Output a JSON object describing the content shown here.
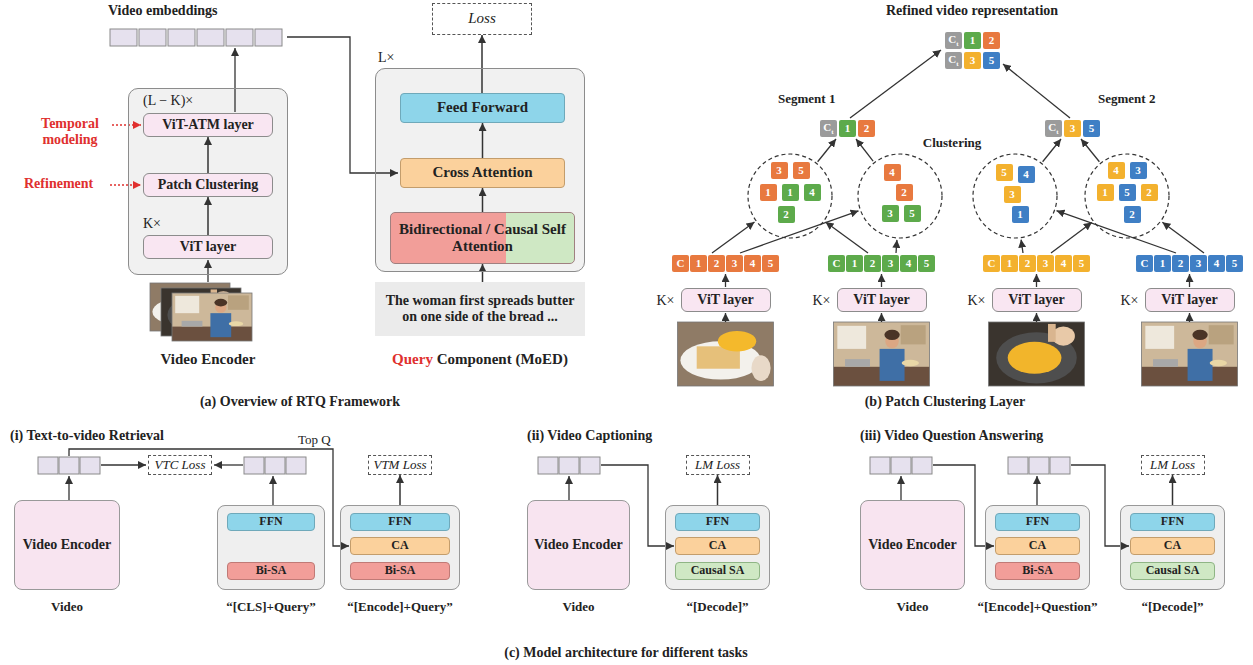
{
  "diagram": {
    "nodes": [
      {
        "text": [
          "Video Encoder"
        ]
      },
      {
        "text": [
          "ViT-ATM layer"
        ],
        "in": 0
      },
      {
        "text": [
          "Patch Clustering"
        ],
        "in": 0
      },
      {
        "text": [
          "ViT layer"
        ],
        "in": 0
      },
      {
        "text": [
          "Query Component (MoED)"
        ]
      },
      {
        "text": [
          "Feed Forward"
        ],
        "in": 4
      },
      {
        "text": [
          "Cross Attention"
        ],
        "in": 4
      },
      {
        "text": [
          "Bidirectional / Causal Self Attention"
        ],
        "in": 4
      },
      {
        "text": [
          "Loss"
        ]
      },
      {
        "text": [
          "The woman first spreads butter on one side of the bread ..."
        ]
      },
      {
        "text": [
          "Ct"
        ]
      },
      {
        "text": [
          "1"
        ]
      },
      {
        "text": [
          "2"
        ]
      },
      {
        "text": [
          "Ct"
        ]
      },
      {
        "text": [
          "3"
        ]
      },
      {
        "text": [
          "5"
        ]
      },
      {
        "text": [
          "Ct"
        ]
      },
      {
        "text": [
          "1"
        ]
      },
      {
        "text": [
          "2"
        ]
      },
      {
        "text": [
          "Ct"
        ]
      },
      {
        "text": [
          "3"
        ]
      },
      {
        "text": [
          "5"
        ]
      },
      {
        "text": [
          "3"
        ]
      },
      {
        "text": [
          "5"
        ]
      },
      {
        "text": [
          "1"
        ]
      },
      {
        "text": [
          "1"
        ]
      },
      {
        "text": [
          "4"
        ]
      },
      {
        "text": [
          "2"
        ]
      },
      {
        "text": [
          "4"
        ]
      },
      {
        "text": [
          "2"
        ]
      },
      {
        "text": [
          "3"
        ]
      },
      {
        "text": [
          "5"
        ]
      },
      {
        "text": [
          "5"
        ]
      },
      {
        "text": [
          "4"
        ]
      },
      {
        "text": [
          "3"
        ]
      },
      {
        "text": [
          "1"
        ]
      },
      {
        "text": [
          "4"
        ]
      },
      {
        "text": [
          "3"
        ]
      },
      {
        "text": [
          "1"
        ]
      },
      {
        "text": [
          "5"
        ]
      },
      {
        "text": [
          "2"
        ]
      },
      {
        "text": [
          "2"
        ]
      },
      {
        "text": [
          "C"
        ]
      },
      {
        "text": [
          "1"
        ]
      },
      {
        "text": [
          "2"
        ]
      },
      {
        "text": [
          "3"
        ]
      },
      {
        "text": [
          "4"
        ]
      },
      {
        "text": [
          "5"
        ]
      },
      {
        "text": [
          "C"
        ]
      },
      {
        "text": [
          "1"
        ]
      },
      {
        "text": [
          "2"
        ]
      },
      {
        "text": [
          "3"
        ]
      },
      {
        "text": [
          "4"
        ]
      },
      {
        "text": [
          "5"
        ]
      },
      {
        "text": [
          "C"
        ]
      },
      {
        "text": [
          "1"
        ]
      },
      {
        "text": [
          "2"
        ]
      },
      {
        "text": [
          "3"
        ]
      },
      {
        "text": [
          "4"
        ]
      },
      {
        "text": [
          "5"
        ]
      },
      {
        "text": [
          "C"
        ]
      },
      {
        "text": [
          "1"
        ]
      },
      {
        "text": [
          "2"
        ]
      },
      {
        "text": [
          "3"
        ]
      },
      {
        "text": [
          "4"
        ]
      },
      {
        "text": [
          "5"
        ]
      },
      {
        "text": [
          "ViT layer"
        ]
      },
      {
        "text": [
          "ViT layer"
        ]
      },
      {
        "text": [
          "ViT layer"
        ]
      },
      {
        "text": [
          "ViT layer"
        ]
      },
      {
        "text": [
          "Video Encoder",
          "Video"
        ]
      },
      {
        "text": [
          "VTC Loss"
        ]
      },
      {
        "text": [
          "“[CLS]+Query”"
        ]
      },
      {
        "text": [
          "FFN"
        ],
        "in": 72
      },
      {
        "text": [
          "Bi-SA"
        ],
        "in": 72
      },
      {
        "text": [
          "VTM Loss"
        ]
      },
      {
        "text": [
          "“[Encode]+Query”"
        ]
      },
      {
        "text": [
          "FFN"
        ],
        "in": 76
      },
      {
        "text": [
          "CA"
        ],
        "in": 76
      },
      {
        "text": [
          "Bi-SA"
        ],
        "in": 76
      },
      {
        "text": [
          "Video Encoder",
          "Video"
        ]
      },
      {
        "text": [
          "LM Loss"
        ]
      },
      {
        "text": [
          "“[Decode]”"
        ]
      },
      {
        "text": [
          "FFN"
        ],
        "in": 82
      },
      {
        "text": [
          "CA"
        ],
        "in": 82
      },
      {
        "text": [
          "Causal SA"
        ],
        "in": 82
      },
      {
        "text": [
          "Video Encoder",
          "Video"
        ]
      },
      {
        "text": [
          "“[Encode]+Question”"
        ]
      },
      {
        "text": [
          "FFN"
        ],
        "in": 87
      },
      {
        "text": [
          "CA"
        ],
        "in": 87
      },
      {
        "text": [
          "Bi-SA"
        ],
        "in": 87
      },
      {
        "text": [
          "LM Loss"
        ]
      },
      {
        "text": [
          "“[Decode]”"
        ]
      },
      {
        "text": [
          "FFN"
        ],
        "in": 92
      },
      {
        "text": [
          "CA"
        ],
        "in": 92
      },
      {
        "text": [
          "Causal SA"
        ],
        "in": 92
      }
    ],
    "edges": [
      {
        "from": 9,
        "to": 7,
        "arrow": "to"
      },
      {
        "from": 7,
        "to": 6,
        "arrow": "to"
      },
      {
        "from": 6,
        "to": 5,
        "arrow": "to"
      },
      {
        "from": 5,
        "to": 8,
        "arrow": "to"
      },
      {
        "from": 3,
        "to": 2,
        "arrow": "to"
      },
      {
        "from": 2,
        "to": 1,
        "arrow": "to"
      },
      {
        "from": 76,
        "to": 75,
        "arrow": "to"
      },
      {
        "from": 82,
        "to": 81,
        "arrow": "to"
      },
      {
        "from": 92,
        "to": 91,
        "arrow": "to"
      }
    ],
    "labels": [
      "Video embeddings",
      "(L − K)×",
      "K×",
      "Temporal modeling",
      "Refinement",
      "L×",
      "(a) Overview of RTQ Framework",
      "Refined video representation",
      "Segment 1",
      "Segment 2",
      "Clustering",
      "K×",
      "K×",
      "K×",
      "K×",
      "(b) Patch Clustering Layer",
      "(i) Text-to-video Retrieval",
      "Top Q",
      "(ii) Video Captioning",
      "(iii) Video Question Answering",
      "(c) Model architecture for different tasks"
    ]
  }
}
